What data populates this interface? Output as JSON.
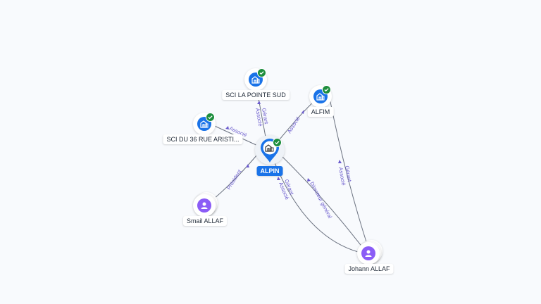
{
  "nodes": {
    "alpin": {
      "name": "ALPIN",
      "type": "company",
      "verified": true,
      "icon": "building-icon"
    },
    "sci_la_pointe_sud": {
      "name": "SCI LA POINTE SUD",
      "type": "company",
      "verified": true,
      "icon": "building-icon"
    },
    "alfim": {
      "name": "ALFIM",
      "type": "company",
      "verified": true,
      "icon": "building-icon"
    },
    "sci_du_36": {
      "name": "SCI DU 36 RUE ARISTI...",
      "type": "company",
      "verified": true,
      "icon": "building-icon"
    },
    "smail_allaf": {
      "name": "Smail ALLAF",
      "type": "person",
      "icon": "person-icon"
    },
    "johann_allaf": {
      "name": "Johann ALLAF",
      "type": "person",
      "icon": "person-icon"
    }
  },
  "edges": {
    "alpin_sci_la_pointe_sud": {
      "label1": "Gérant",
      "label2": "Associé"
    },
    "alpin_sci_du_36": {
      "label1": "Associé"
    },
    "alpin_alfim": {
      "label1": "Associé"
    },
    "smail_alpin": {
      "label1": "Président"
    },
    "johann_alpin_gerant": {
      "label1": "Gérant",
      "label2": "Associé"
    },
    "johann_alpin_directeur": {
      "label1": "Directeur général"
    },
    "johann_alfim": {
      "label1": "Gérant",
      "label2": "Associé"
    }
  },
  "colors": {
    "company": "#1a73e8",
    "person": "#8b5cf6",
    "verified": "#1e8e3e",
    "edge_label": "#6a5acd",
    "edge": "#6b7280"
  }
}
